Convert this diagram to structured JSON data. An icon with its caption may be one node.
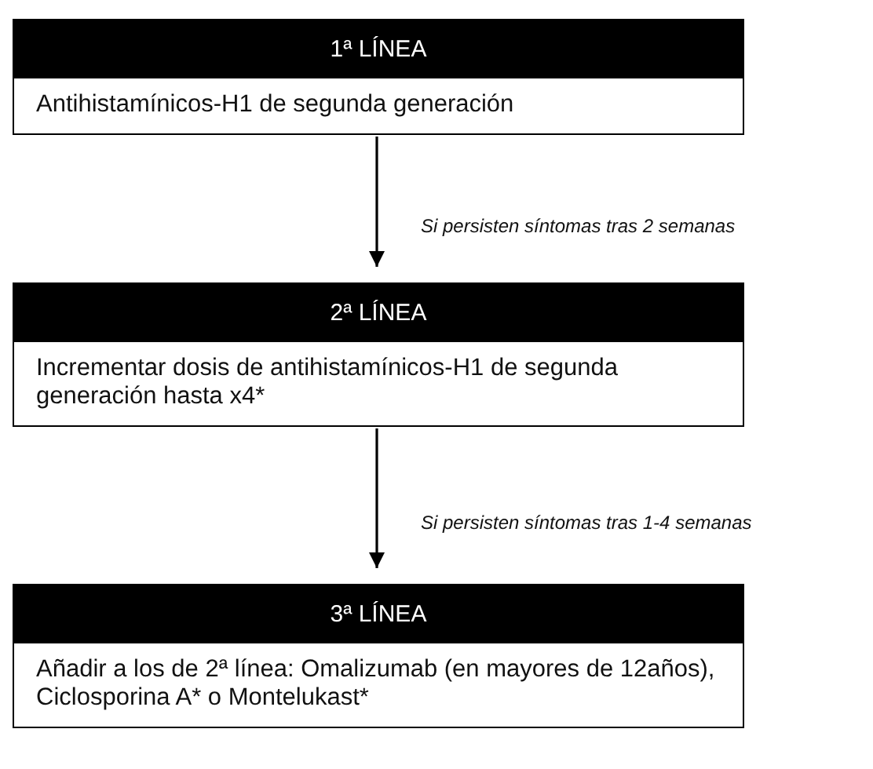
{
  "diagram": {
    "nodes": [
      {
        "text": [
          "1ª LÍNEA",
          "Antihistamínicos-H1 de segunda generación"
        ]
      },
      {
        "text": [
          "2ª LÍNEA",
          "Incrementar dosis de antihistamínicos-H1 de segunda generación hasta x4*"
        ]
      },
      {
        "text": [
          "3ª LÍNEA",
          "Añadir a los de 2ª línea: Omalizumab (en mayores de 12años), Ciclosporina A* o Montelukast*"
        ]
      }
    ],
    "edges": [
      {
        "from": 0,
        "to": 1,
        "arrow": "to",
        "label": "Si persisten síntomas tras 2 semanas"
      },
      {
        "from": 1,
        "to": 2,
        "arrow": "to",
        "label": "Si persisten síntomas tras 1-4 semanas"
      }
    ]
  }
}
